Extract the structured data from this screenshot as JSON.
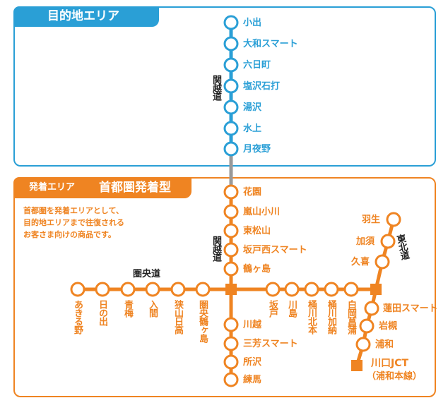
{
  "dest": {
    "title": "目的地エリア",
    "route": "関越道",
    "stations": [
      "小出",
      "大和スマート",
      "六日町",
      "塩沢石打",
      "湯沢",
      "水上",
      "月夜野"
    ]
  },
  "origin": {
    "tab_small": "発着エリア",
    "tab_title": "首都圏発着型",
    "desc": [
      "首都圏を発着エリアとして、",
      "目的地エリアまで往復される",
      "お客さま向けの商品です。"
    ],
    "kanetsu_label": "関越道",
    "kanetsu": [
      "花園",
      "嵐山小川",
      "東松山",
      "坂戸西スマート",
      "鶴ヶ島"
    ],
    "kanetsu_south": [
      "川越",
      "三芳スマート",
      "所沢",
      "練馬"
    ],
    "kenodo_label": "圏央道",
    "kenodo_west": [
      "あきる野",
      "日の出",
      "青梅",
      "入間",
      "狭山日高",
      "圏央鶴ヶ島"
    ],
    "kenodo_east": [
      "坂戸",
      "川島",
      "桶川北本",
      "桶川加納",
      "白岡菖蒲"
    ],
    "tohoku_label": "東北道",
    "tohoku_north": [
      "羽生",
      "加須",
      "久喜"
    ],
    "tohoku_south": [
      "蓮田スマート",
      "岩槻",
      "浦和"
    ],
    "jct": [
      "川口JCT",
      "（浦和本線）"
    ]
  },
  "colors": {
    "blue": "#2a9fd6",
    "orange": "#ef8422",
    "gray": "#999999"
  }
}
